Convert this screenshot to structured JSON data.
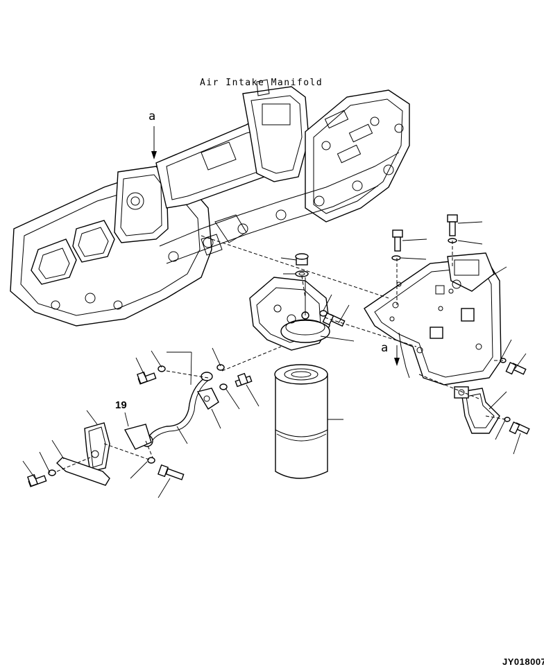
{
  "title": "Air Intake Manifold",
  "view_marker": "a",
  "callout": "19",
  "doc_id": "JY018007"
}
